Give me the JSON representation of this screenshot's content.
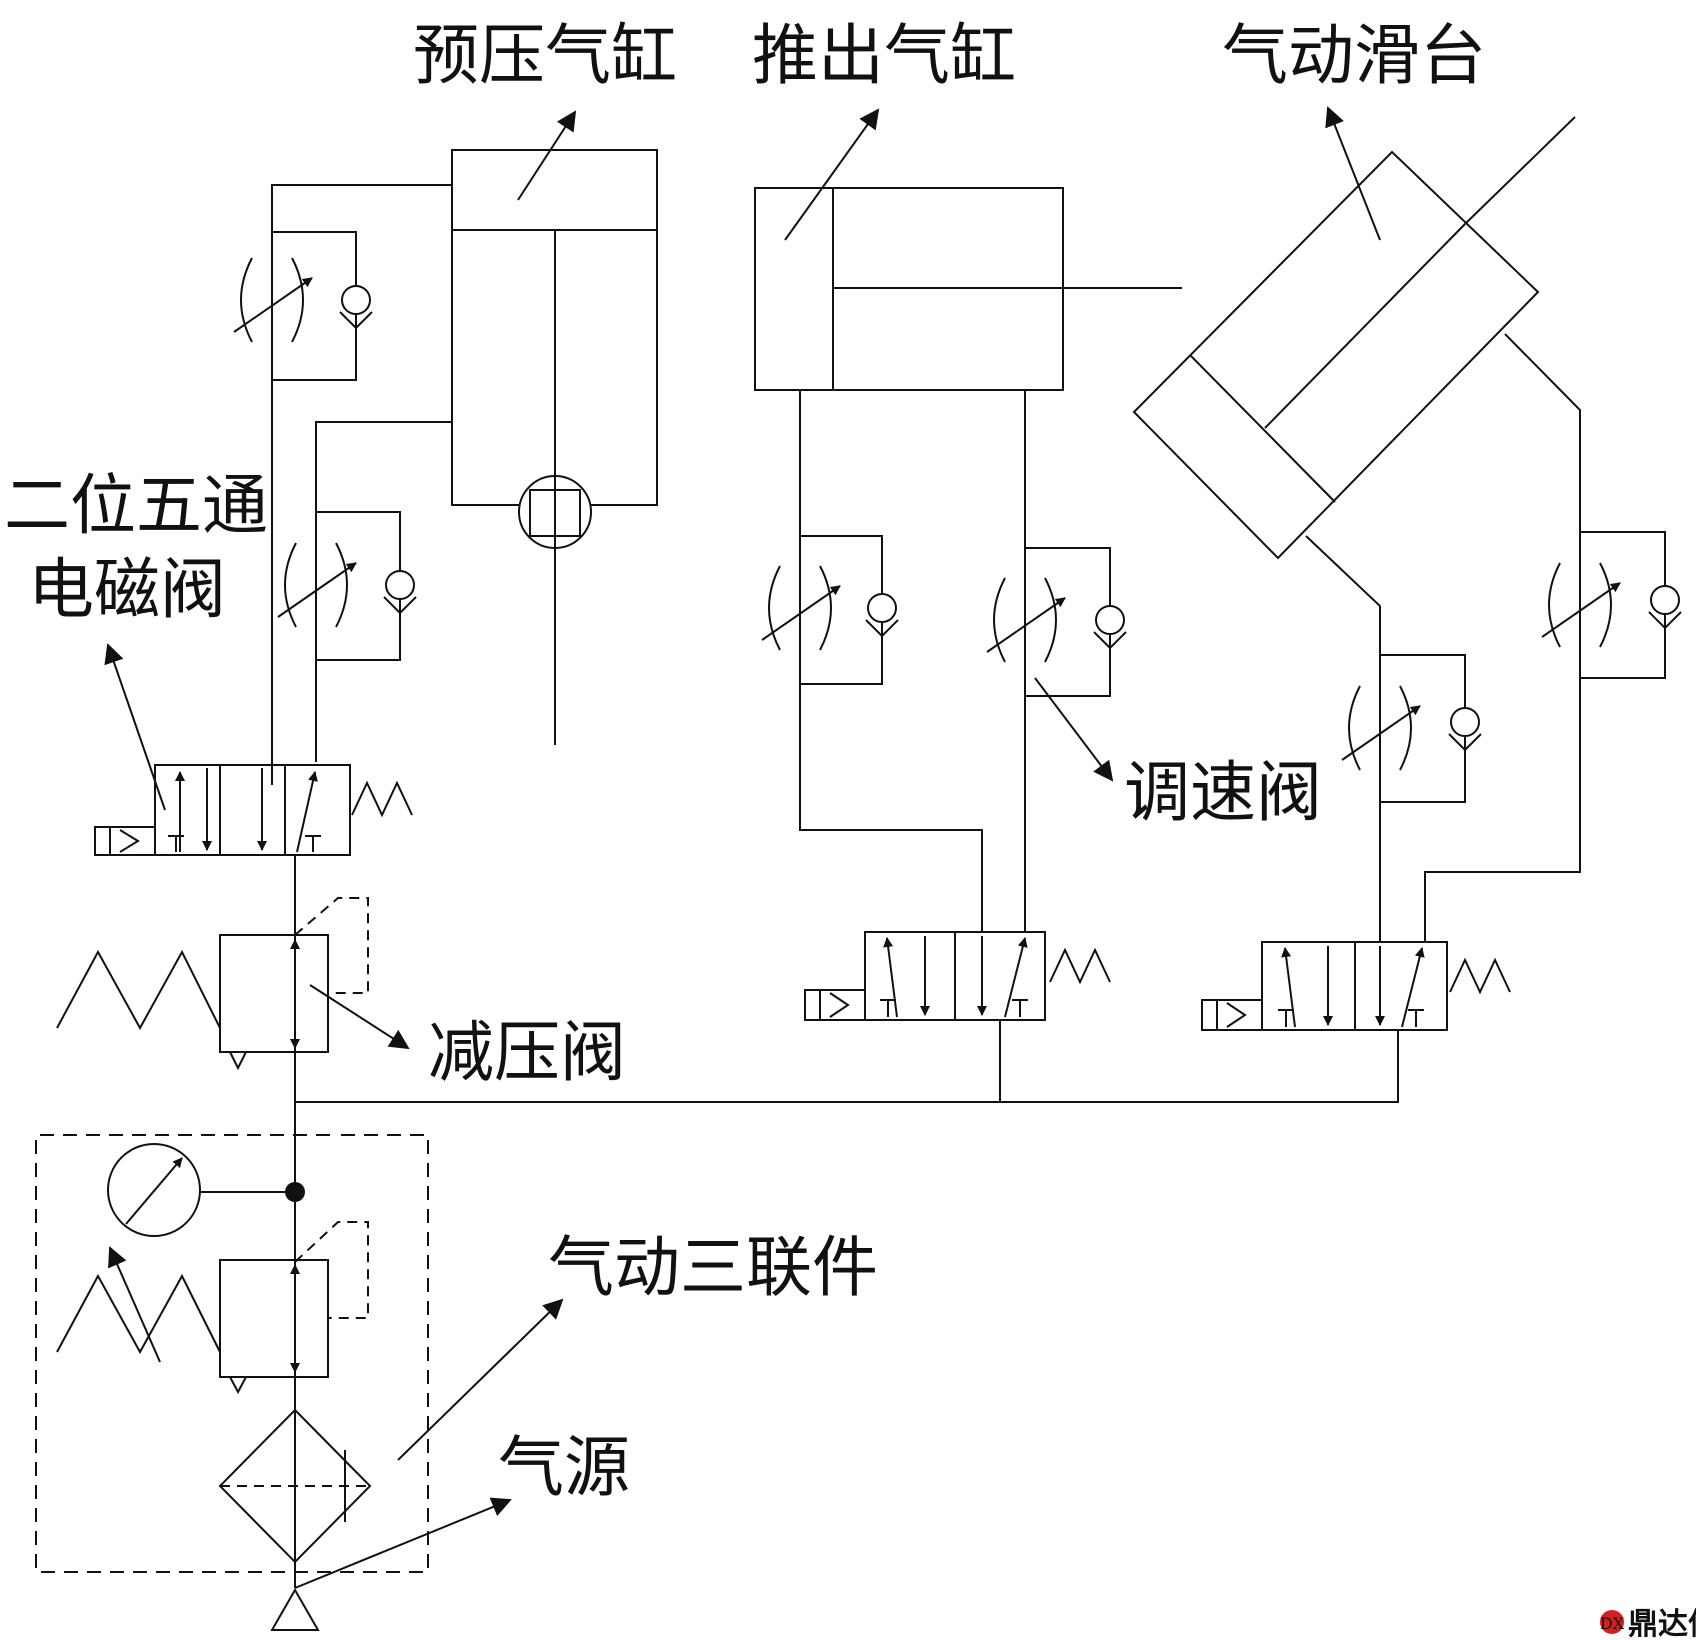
{
  "labels": {
    "precompress_cylinder": "预压气缸",
    "push_cylinder": "推出气缸",
    "pneumatic_slide": "气动滑台",
    "solenoid_valve_line1": "二位五通",
    "solenoid_valve_line2": "电磁阀",
    "speed_control_valve": "调速阀",
    "pressure_reducing_valve": "减压阀",
    "frl_unit": "气动三联件",
    "air_source": "气源"
  },
  "watermark": {
    "text": "鼎达信",
    "color": "#d42020"
  }
}
